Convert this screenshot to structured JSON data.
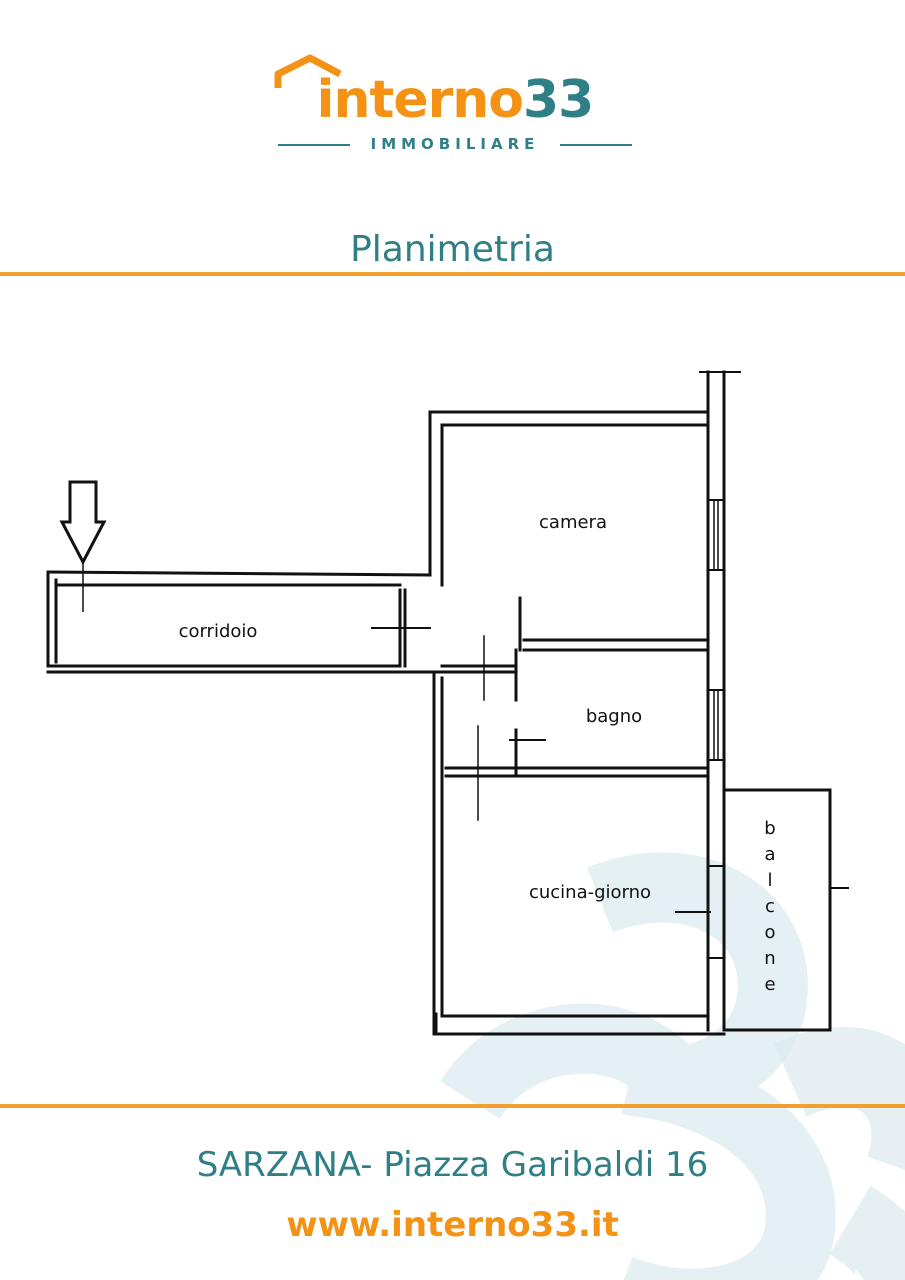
{
  "brand": {
    "logo_part_a": "interno",
    "logo_part_b": "33",
    "logo_subtitle": "IMMOBILIARE",
    "orange": "#f39214",
    "teal": "#2f7f86"
  },
  "title": "Planimetria",
  "floorplan": {
    "rooms": {
      "camera": "camera",
      "corridoio": "corridoio",
      "bagno": "bagno",
      "cucina": "cucina-giorno",
      "balcone": [
        "b",
        "a",
        "l",
        "c",
        "o",
        "n",
        "e"
      ]
    },
    "entrance_icon": "arrow-down-icon"
  },
  "footer": {
    "address": "SARZANA- Piazza Garibaldi 16",
    "website": "www.interno33.it"
  }
}
